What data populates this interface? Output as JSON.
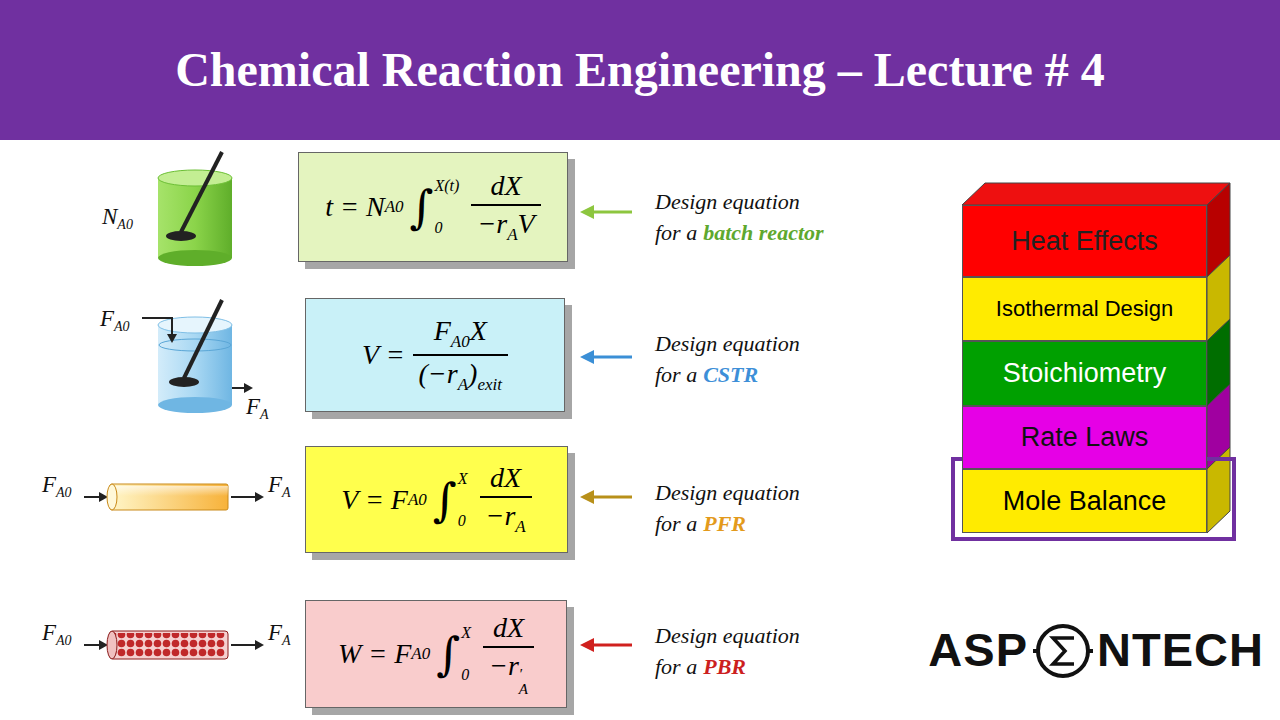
{
  "diagram": {
    "title": "Chemical Reaction Engineering – Lecture # 4",
    "nodes": [
      {
        "text": [
          "t = N",
          "A0",
          "∫",
          "X(t)",
          "0",
          "dX",
          "−r",
          "A",
          "V"
        ]
      },
      {
        "text": [
          "V =",
          "F",
          "A0",
          "X",
          "(−r",
          "A",
          ")",
          "exit"
        ]
      },
      {
        "text": [
          "V = F",
          "A0",
          "∫",
          "X",
          "0",
          "dX",
          "−r",
          "A"
        ]
      },
      {
        "text": [
          "W = F",
          "A0",
          "∫",
          "X",
          "0",
          "dX",
          "−r",
          "A",
          "′"
        ]
      },
      {
        "text": [
          "Heat Effects"
        ]
      },
      {
        "text": [
          "Isothermal Design"
        ]
      },
      {
        "text": [
          "Stoichiometry"
        ]
      },
      {
        "text": [
          "Rate Laws"
        ]
      },
      {
        "text": [
          "Mole Balance"
        ]
      }
    ],
    "labels": [
      "N",
      "A0",
      "F",
      "A0",
      "F",
      "A",
      "F",
      "A0",
      "F",
      "A",
      "F",
      "A0",
      "F",
      "A",
      "Design equation",
      "for a",
      "batch reactor",
      "Design equation",
      "for a",
      "CSTR",
      "Design equation",
      "for a",
      "PFR",
      "Design equation",
      "for a",
      "PBR",
      "ASP",
      "NTECH"
    ]
  }
}
